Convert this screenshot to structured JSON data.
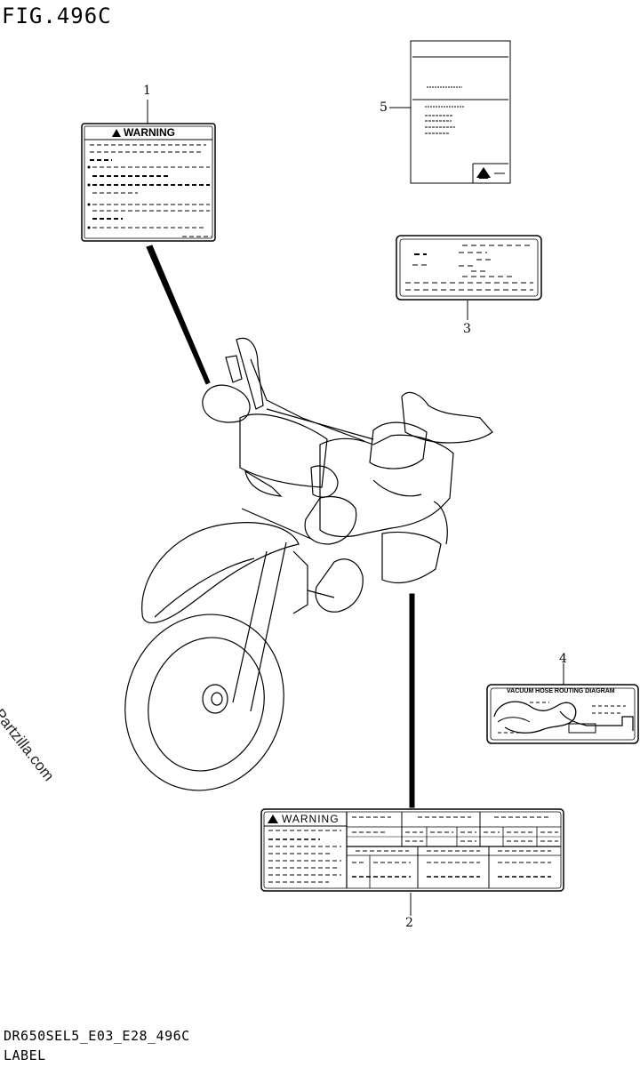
{
  "figure": {
    "title": "FIG.496C",
    "code": "DR650SEL5_E03_E28_496C",
    "label": "LABEL",
    "watermark": "© Partzilla.com"
  },
  "callouts": [
    {
      "number": "1"
    },
    {
      "number": "2"
    },
    {
      "number": "3"
    },
    {
      "number": "4"
    },
    {
      "number": "5"
    }
  ],
  "label_texts": {
    "warning_1": "WARNING",
    "warning_2": "WARNING",
    "vacuum": "VACUUM HOSE ROUTING DIAGRAM"
  },
  "icons": [
    "warning-triangle-icon",
    "suzuki-logo-icon"
  ],
  "colors": {
    "line": "#000000",
    "label_fill": "#ffffff"
  }
}
